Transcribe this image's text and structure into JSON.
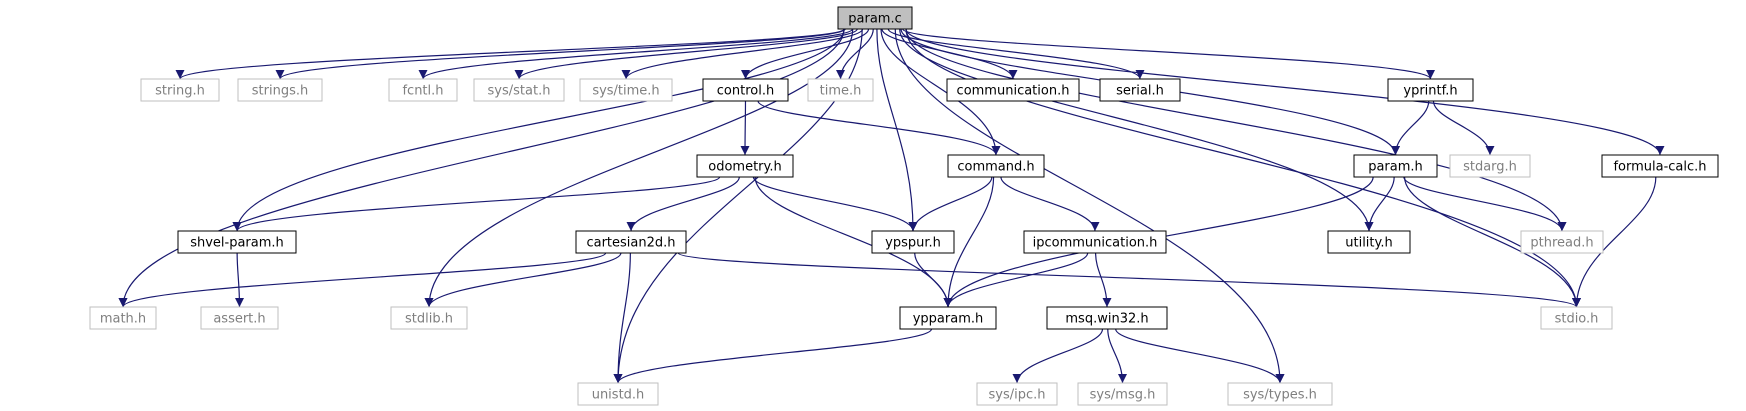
{
  "colors": {
    "edge": "#191970",
    "normal_border": "#000000",
    "normal_text": "#000000",
    "external_border": "#bfbfbf",
    "external_text": "#7f7f7f",
    "root_fill": "#bfbfbf",
    "fill": "#ffffff"
  },
  "nodes": [
    {
      "id": "param_c",
      "label": "param.c",
      "kind": "root"
    },
    {
      "id": "string_h",
      "label": "string.h",
      "kind": "external"
    },
    {
      "id": "strings_h",
      "label": "strings.h",
      "kind": "external"
    },
    {
      "id": "fcntl_h",
      "label": "fcntl.h",
      "kind": "external"
    },
    {
      "id": "sys_stat_h",
      "label": "sys/stat.h",
      "kind": "external"
    },
    {
      "id": "sys_time_h",
      "label": "sys/time.h",
      "kind": "external"
    },
    {
      "id": "control_h",
      "label": "control.h",
      "kind": "normal"
    },
    {
      "id": "time_h",
      "label": "time.h",
      "kind": "external"
    },
    {
      "id": "communication_h",
      "label": "communication.h",
      "kind": "normal"
    },
    {
      "id": "serial_h",
      "label": "serial.h",
      "kind": "normal"
    },
    {
      "id": "yprintf_h",
      "label": "yprintf.h",
      "kind": "normal"
    },
    {
      "id": "odometry_h",
      "label": "odometry.h",
      "kind": "normal"
    },
    {
      "id": "command_h",
      "label": "command.h",
      "kind": "normal"
    },
    {
      "id": "param_h",
      "label": "param.h",
      "kind": "normal"
    },
    {
      "id": "stdarg_h",
      "label": "stdarg.h",
      "kind": "external"
    },
    {
      "id": "formula_calc_h",
      "label": "formula-calc.h",
      "kind": "normal"
    },
    {
      "id": "shvel_param_h",
      "label": "shvel-param.h",
      "kind": "normal"
    },
    {
      "id": "cartesian2d_h",
      "label": "cartesian2d.h",
      "kind": "normal"
    },
    {
      "id": "ypspur_h",
      "label": "ypspur.h",
      "kind": "normal"
    },
    {
      "id": "ipcommunication_h",
      "label": "ipcommunication.h",
      "kind": "normal"
    },
    {
      "id": "utility_h",
      "label": "utility.h",
      "kind": "normal"
    },
    {
      "id": "pthread_h",
      "label": "pthread.h",
      "kind": "external"
    },
    {
      "id": "math_h",
      "label": "math.h",
      "kind": "external"
    },
    {
      "id": "assert_h",
      "label": "assert.h",
      "kind": "external"
    },
    {
      "id": "stdlib_h",
      "label": "stdlib.h",
      "kind": "external"
    },
    {
      "id": "ypparam_h",
      "label": "ypparam.h",
      "kind": "normal"
    },
    {
      "id": "msq_win32_h",
      "label": "msq.win32.h",
      "kind": "normal"
    },
    {
      "id": "stdio_h",
      "label": "stdio.h",
      "kind": "external"
    },
    {
      "id": "unistd_h",
      "label": "unistd.h",
      "kind": "external"
    },
    {
      "id": "sys_ipc_h",
      "label": "sys/ipc.h",
      "kind": "external"
    },
    {
      "id": "sys_msg_h",
      "label": "sys/msg.h",
      "kind": "external"
    },
    {
      "id": "sys_types_h",
      "label": "sys/types.h",
      "kind": "external"
    }
  ],
  "edges": [
    [
      "param_c",
      "string_h"
    ],
    [
      "param_c",
      "strings_h"
    ],
    [
      "param_c",
      "fcntl_h"
    ],
    [
      "param_c",
      "sys_stat_h"
    ],
    [
      "param_c",
      "sys_time_h"
    ],
    [
      "param_c",
      "control_h"
    ],
    [
      "param_c",
      "time_h"
    ],
    [
      "param_c",
      "communication_h"
    ],
    [
      "param_c",
      "serial_h"
    ],
    [
      "param_c",
      "yprintf_h"
    ],
    [
      "param_c",
      "command_h"
    ],
    [
      "param_c",
      "param_h"
    ],
    [
      "param_c",
      "formula_calc_h"
    ],
    [
      "param_c",
      "shvel_param_h"
    ],
    [
      "param_c",
      "ypspur_h"
    ],
    [
      "param_c",
      "utility_h"
    ],
    [
      "param_c",
      "pthread_h"
    ],
    [
      "param_c",
      "math_h"
    ],
    [
      "param_c",
      "stdlib_h"
    ],
    [
      "param_c",
      "stdio_h"
    ],
    [
      "param_c",
      "unistd_h"
    ],
    [
      "param_c",
      "sys_types_h"
    ],
    [
      "control_h",
      "odometry_h"
    ],
    [
      "control_h",
      "command_h"
    ],
    [
      "odometry_h",
      "shvel_param_h"
    ],
    [
      "odometry_h",
      "cartesian2d_h"
    ],
    [
      "odometry_h",
      "ypspur_h"
    ],
    [
      "odometry_h",
      "ypparam_h"
    ],
    [
      "command_h",
      "ypspur_h"
    ],
    [
      "command_h",
      "ipcommunication_h"
    ],
    [
      "command_h",
      "ypparam_h"
    ],
    [
      "yprintf_h",
      "param_h"
    ],
    [
      "yprintf_h",
      "stdarg_h"
    ],
    [
      "param_h",
      "utility_h"
    ],
    [
      "param_h",
      "pthread_h"
    ],
    [
      "param_h",
      "stdio_h"
    ],
    [
      "param_h",
      "ypparam_h"
    ],
    [
      "formula_calc_h",
      "stdio_h"
    ],
    [
      "shvel_param_h",
      "assert_h"
    ],
    [
      "cartesian2d_h",
      "math_h"
    ],
    [
      "cartesian2d_h",
      "stdlib_h"
    ],
    [
      "cartesian2d_h",
      "unistd_h"
    ],
    [
      "cartesian2d_h",
      "stdio_h"
    ],
    [
      "ypspur_h",
      "ypparam_h"
    ],
    [
      "ipcommunication_h",
      "ypparam_h"
    ],
    [
      "ipcommunication_h",
      "msq_win32_h"
    ],
    [
      "ypparam_h",
      "unistd_h"
    ],
    [
      "msq_win32_h",
      "sys_ipc_h"
    ],
    [
      "msq_win32_h",
      "sys_msg_h"
    ],
    [
      "msq_win32_h",
      "sys_types_h"
    ]
  ]
}
